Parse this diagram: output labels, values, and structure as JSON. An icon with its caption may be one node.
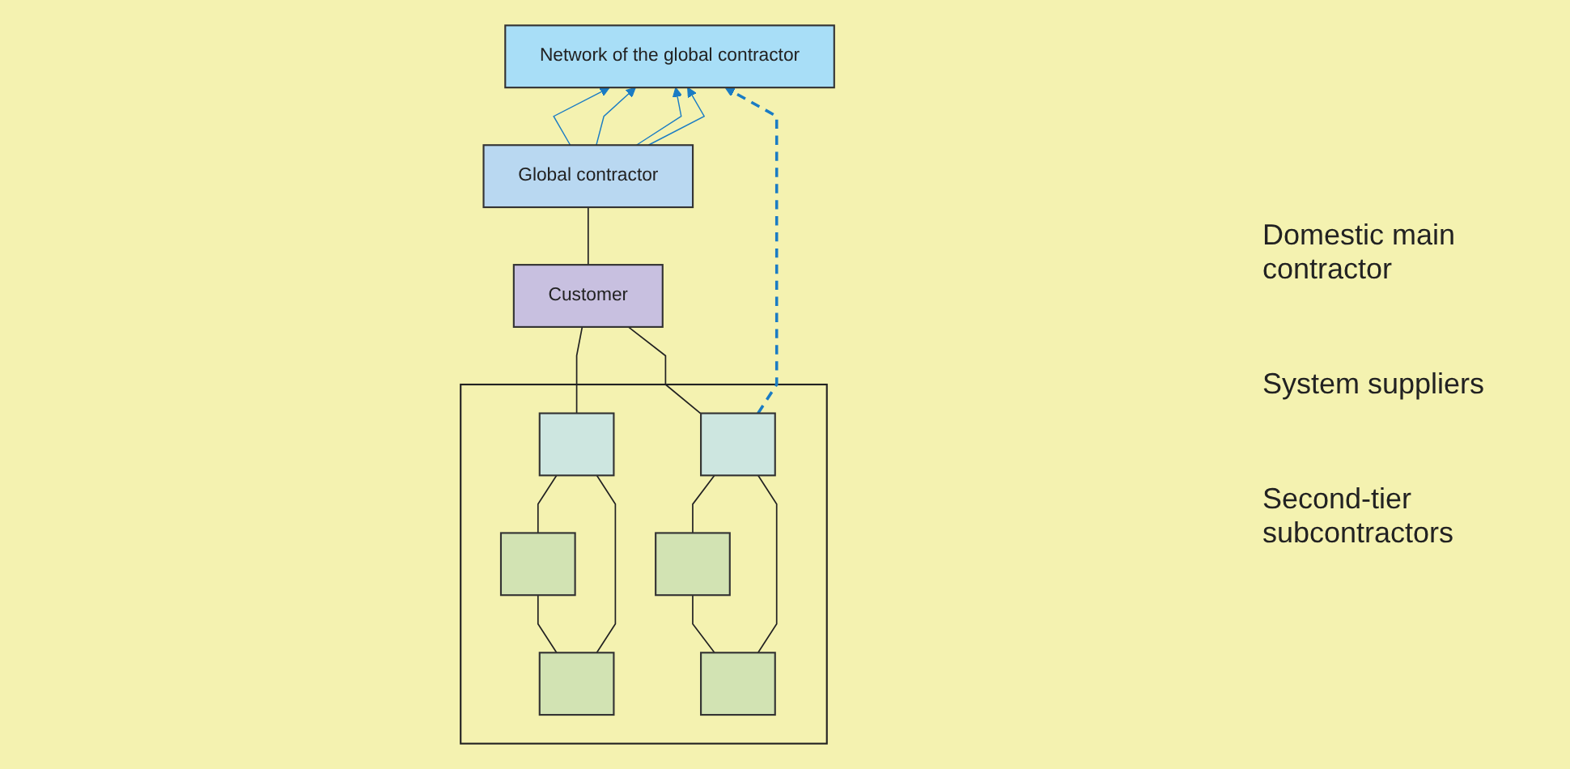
{
  "diagram": {
    "nodes": [
      {
        "text": [
          "Network of the global contractor"
        ]
      },
      {
        "text": [
          "Global contractor"
        ]
      },
      {
        "text": [
          "Customer"
        ]
      },
      {
        "text": [],
        "shape": "box"
      },
      {
        "text": [],
        "shape": "box",
        "in": 3
      },
      {
        "text": [],
        "shape": "box",
        "in": 3
      },
      {
        "text": [],
        "shape": "box",
        "in": 3
      },
      {
        "text": [],
        "shape": "box",
        "in": 3
      },
      {
        "text": [],
        "shape": "box",
        "in": 3
      },
      {
        "text": [],
        "shape": "box",
        "in": 3
      }
    ],
    "edges": [
      {
        "from": 1,
        "to": 0,
        "arrow": "to",
        "color": "#1a7cc4"
      },
      {
        "from": 1,
        "to": 0,
        "arrow": "to",
        "color": "#1a7cc4"
      },
      {
        "from": 1,
        "to": 0,
        "arrow": "to",
        "color": "#1a7cc4"
      },
      {
        "from": 1,
        "to": 0,
        "arrow": "to",
        "color": "#1a7cc4"
      },
      {
        "from": 5,
        "to": 0,
        "arrow": "to",
        "style": "dashed",
        "color": "#1a7cc4"
      },
      {
        "from": 1,
        "to": 2,
        "arrow": "none"
      },
      {
        "from": 2,
        "to": 4,
        "arrow": "none"
      },
      {
        "from": 2,
        "to": 5,
        "arrow": "none"
      },
      {
        "from": 4,
        "to": 6,
        "arrow": "none"
      },
      {
        "from": 4,
        "to": 7,
        "arrow": "none"
      },
      {
        "from": 6,
        "to": 7,
        "arrow": "none"
      },
      {
        "from": 5,
        "to": 8,
        "arrow": "none"
      },
      {
        "from": 5,
        "to": 9,
        "arrow": "none"
      },
      {
        "from": 8,
        "to": 9,
        "arrow": "none"
      }
    ],
    "labels": [
      "Domestic main contractor",
      "System suppliers",
      "Second-tier subcontractors"
    ]
  }
}
